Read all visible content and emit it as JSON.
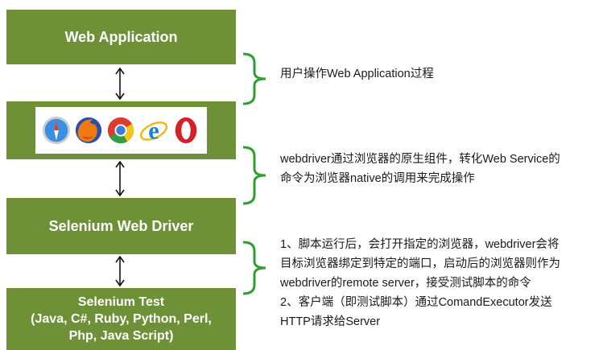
{
  "boxes": {
    "web_application": "Web Application",
    "selenium_web_driver": "Selenium Web Driver",
    "selenium_test": {
      "line1": "Selenium Test",
      "line2": "(Java, C#, Ruby, Python, Perl,",
      "line3": "Php, Java Script)"
    }
  },
  "browsers": [
    "safari-icon",
    "firefox-icon",
    "chrome-icon",
    "internet-explorer-icon",
    "opera-icon"
  ],
  "notes": {
    "note1": [
      "用户操作Web Application过程"
    ],
    "note2": [
      "webdriver通过浏览器的原生组件，转化Web Service的",
      "命令为浏览器native的调用来完成操作"
    ],
    "note3": [
      "1、脚本运行后，会打开指定的浏览器，webdriver会将",
      "目标浏览器绑定到特定的端口，启动后的浏览器则作为",
      "webdriver的remote server，接受测试脚本的命令",
      "2、客户端（即测试脚本）通过ComandExecutor发送",
      "HTTP请求给Server"
    ]
  },
  "colors": {
    "box_fill": "#6e9137",
    "brace": "#2e9e2e",
    "text_on_box": "#ffffff"
  }
}
